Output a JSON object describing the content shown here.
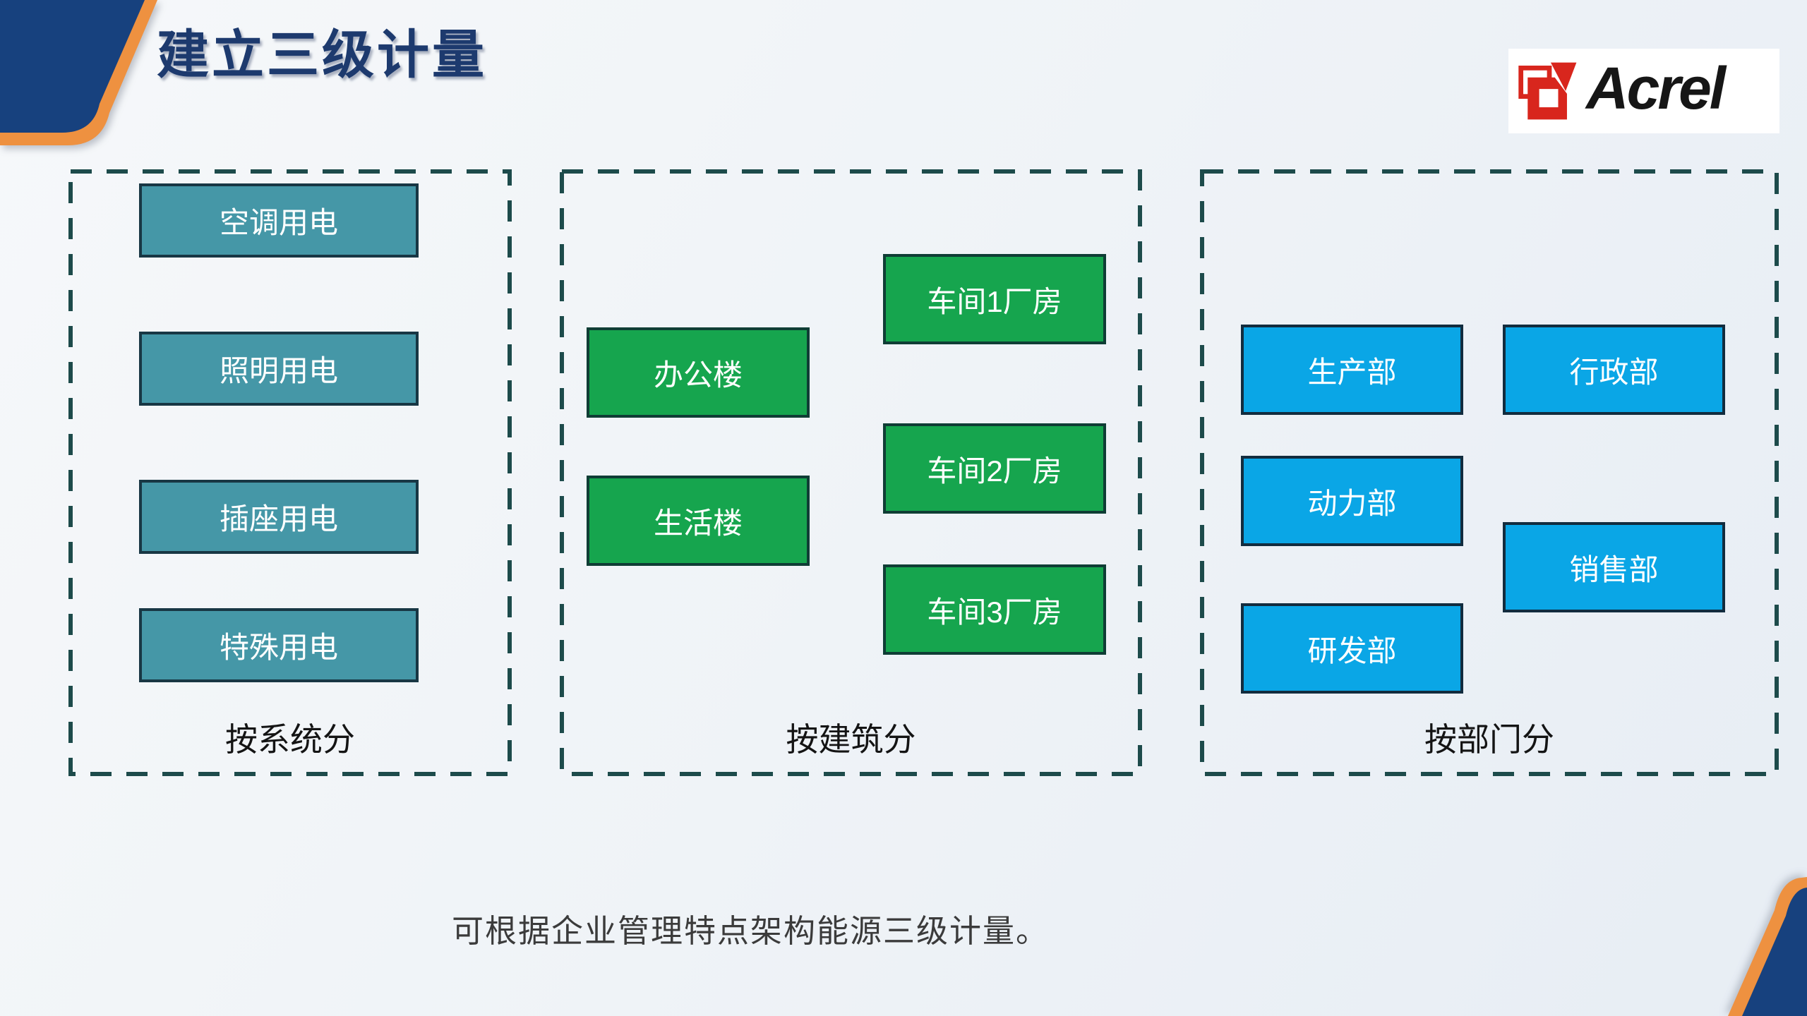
{
  "page": {
    "title": "建立三级计量",
    "caption": "可根据企业管理特点架构能源三级计量。"
  },
  "logo": {
    "brand": "Acrel",
    "icon": "acrel-mark"
  },
  "panels": [
    {
      "id": "system",
      "label": "按系统分",
      "items": [
        "空调用电",
        "照明用电",
        "插座用电",
        "特殊用电"
      ]
    },
    {
      "id": "building",
      "label": "按建筑分",
      "items": [
        "办公楼",
        "生活楼",
        "车间1厂房",
        "车间2厂房",
        "车间3厂房"
      ]
    },
    {
      "id": "department",
      "label": "按部门分",
      "items": [
        "生产部",
        "行政部",
        "动力部",
        "销售部",
        "研发部"
      ]
    }
  ],
  "colors": {
    "title_navy": "#1d3a6e",
    "corner_navy": "#17417e",
    "corner_orange": "#ee9140",
    "panel_dash": "#1d4b4b",
    "system_teal": "#4597a7",
    "building_green": "#16a54e",
    "department_blue": "#0aa6e6",
    "logo_red": "#d8261d",
    "box_text": "#ffffff",
    "caption_gray": "#3b3b3b"
  }
}
